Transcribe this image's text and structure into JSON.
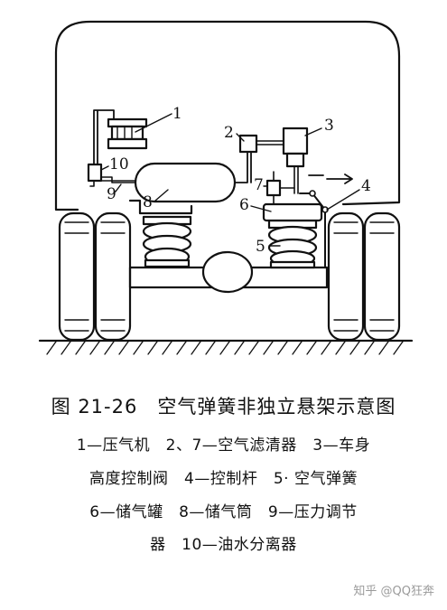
{
  "figure": {
    "title": "图 21-26　空气弹簧非独立悬架示意图",
    "legend_lines": [
      "1—压气机　2、7—空气滤清器　3—车身",
      "高度控制阀　4—控制杆　5· 空气弹簧",
      "6—储气罐　8—储气筒　9—压力调节",
      "器　10—油水分离器"
    ],
    "callouts": [
      "1",
      "2",
      "3",
      "4",
      "5",
      "6",
      "7",
      "8",
      "9",
      "10"
    ]
  },
  "watermark": "知乎 @QQ狂奔"
}
